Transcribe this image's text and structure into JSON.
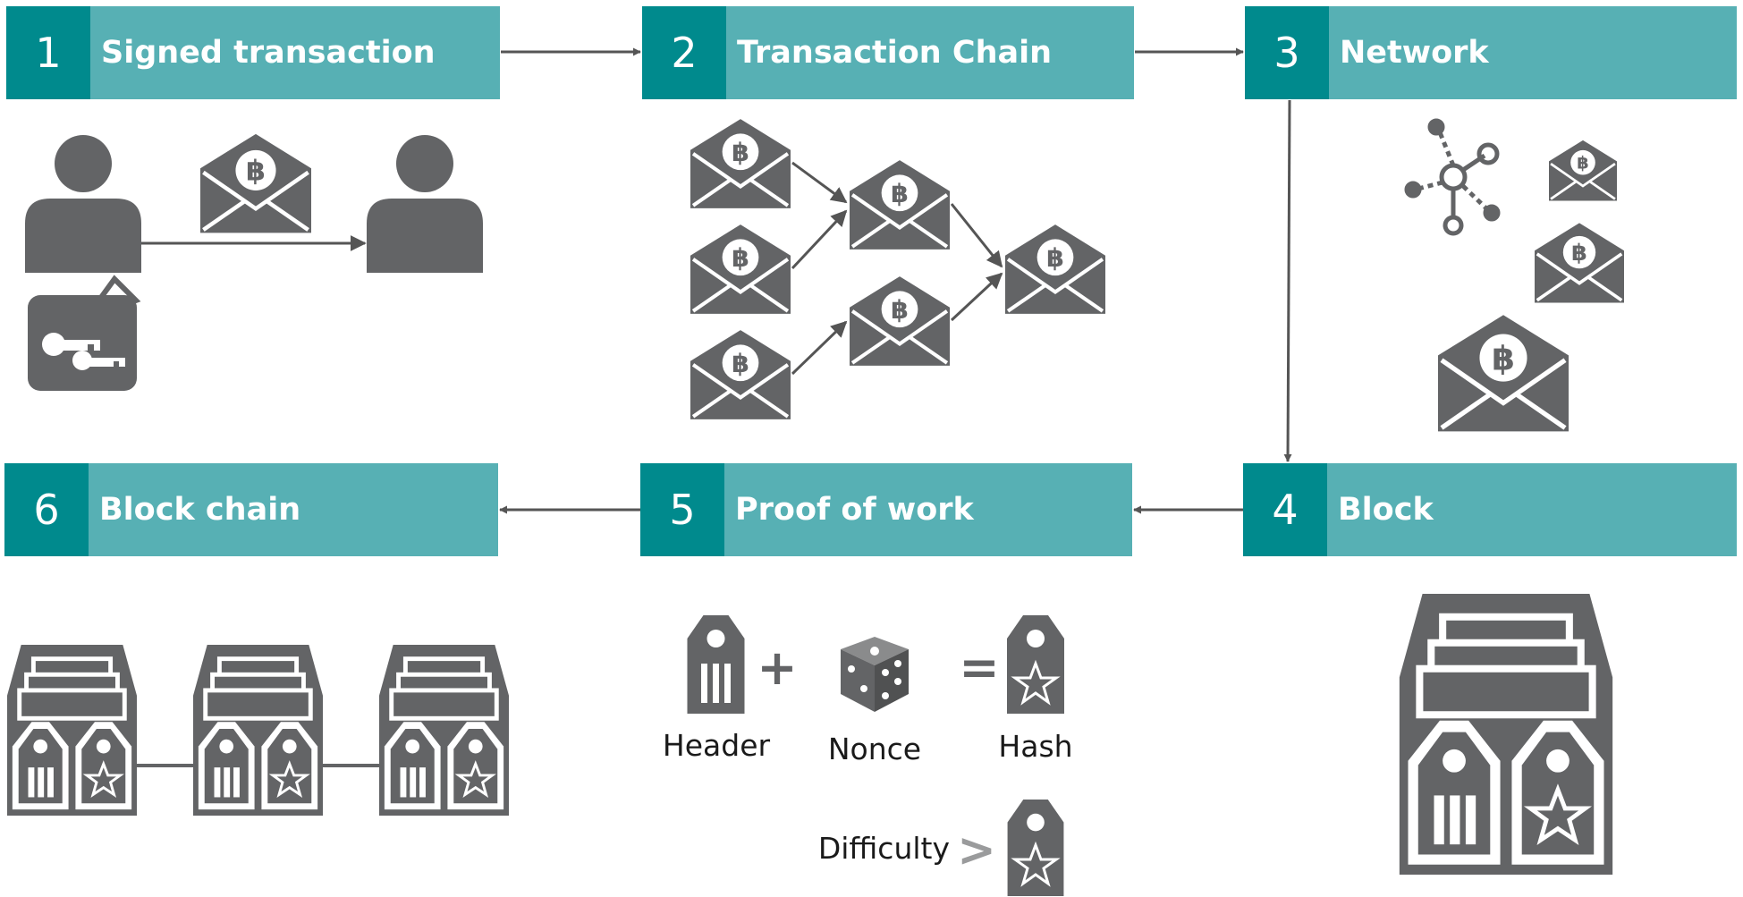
{
  "steps": [
    {
      "number": "1",
      "title": "Signed transaction"
    },
    {
      "number": "2",
      "title": "Transaction Chain"
    },
    {
      "number": "3",
      "title": "Network"
    },
    {
      "number": "4",
      "title": "Block"
    },
    {
      "number": "5",
      "title": "Proof of work"
    },
    {
      "number": "6",
      "title": "Block chain"
    }
  ],
  "proof_of_work": {
    "header_label": "Header",
    "nonce_label": "Nonce",
    "hash_label": "Hash",
    "difficulty_label": "Difficulty",
    "plus": "+",
    "equals": "=",
    "greater": ">"
  },
  "icons": {
    "person": "person-icon",
    "envelope": "bitcoin-envelope-icon",
    "keys": "key-wallet-icon",
    "network": "network-icon",
    "block": "block-archive-icon",
    "tag": "tag-icon",
    "dice": "dice-icon"
  },
  "colors": {
    "header_dark": "#008a8d",
    "header_light": "#57b0b4",
    "icon_gray": "#636466",
    "arrow": "#555555"
  }
}
